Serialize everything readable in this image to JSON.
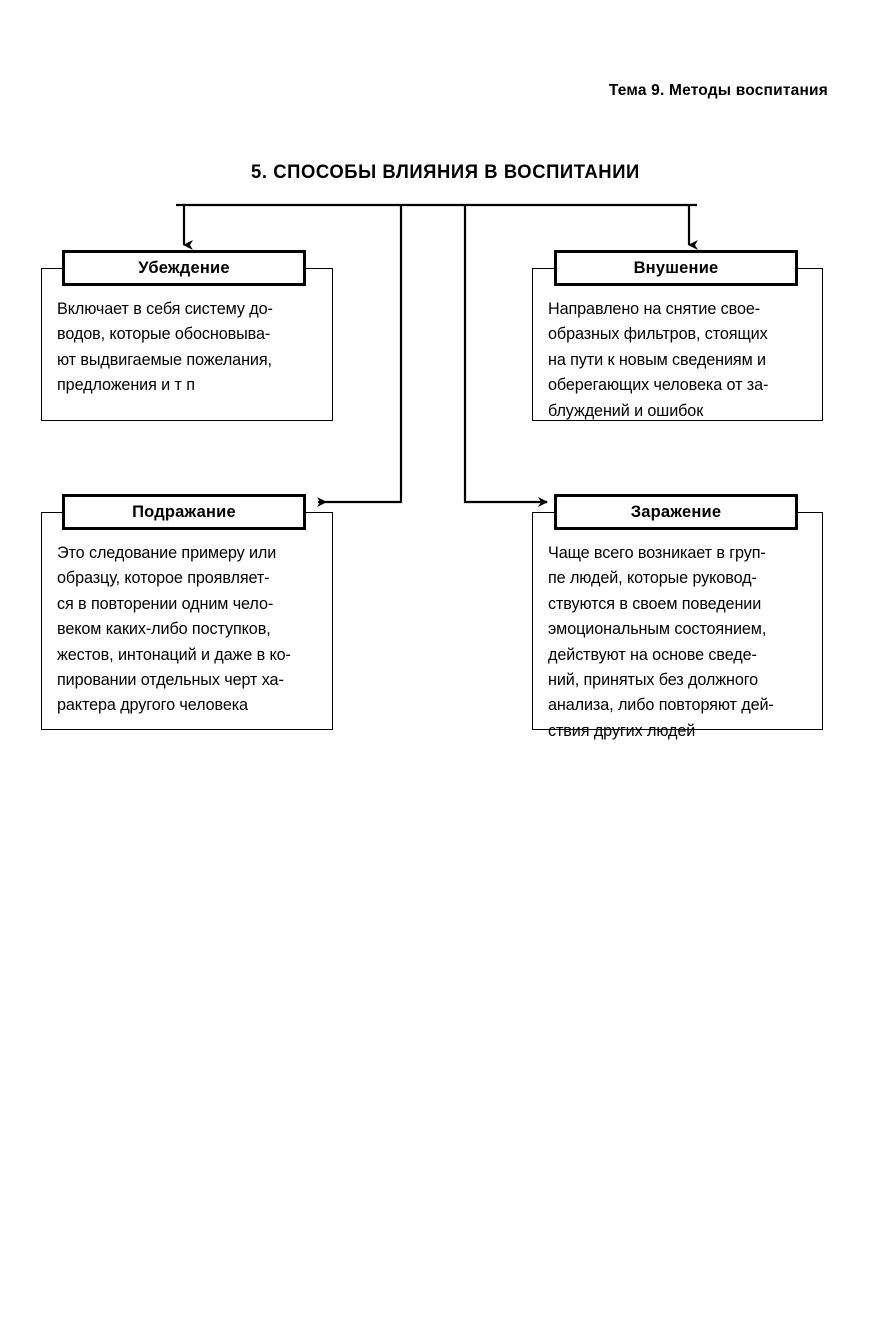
{
  "page": {
    "running_head": "Тема 9. Методы воспитания",
    "heading": "5. СПОСОБЫ ВЛИЯНИЯ В ВОСПИТАНИИ"
  },
  "diagram": {
    "type": "flowchart",
    "root_label": "5. СПОСОБЫ ВЛИЯНИЯ В ВОСПИТАНИИ",
    "nodes": [
      {
        "id": "ubezhdenie",
        "title": "Убеждение",
        "text": "Включает в себя систему до-\nводов, которые обосновыва-\nют выдвигаемые пожелания,\nпредложения и т п"
      },
      {
        "id": "vnushenie",
        "title": "Внушение",
        "text": "Направлено на снятие свое-\nобразных фильтров, стоящих\nна пути к новым сведениям и\nоберегающих человека от за-\nблуждений и ошибок"
      },
      {
        "id": "podrazhanie",
        "title": "Подражание",
        "text": "Это следование примеру или\nобразцу, которое проявляет-\nся в повторении одним чело-\nвеком каких-либо поступков,\nжестов, интонаций и даже в ко-\nпировании отдельных черт ха-\nрактера другого человека"
      },
      {
        "id": "zarazhenie",
        "title": "Заражение",
        "text": "Чаще всего возникает в груп-\nпе людей, которые руковод-\nствуются в своем поведении\nэмоциональным состоянием,\nдействуют на основе сведе-\nний, принятых без должного\nанализа, либо повторяют дей-\nствия других людей"
      }
    ],
    "connectors": [
      {
        "from": "root",
        "to": "ubezhdenie",
        "arrow": "down"
      },
      {
        "from": "root",
        "to": "vnushenie",
        "arrow": "down"
      },
      {
        "from": "root",
        "to": "podrazhanie",
        "arrow": "left"
      },
      {
        "from": "root",
        "to": "zarazhenie",
        "arrow": "right"
      }
    ],
    "line_color": "#000000",
    "background_color": "#ffffff"
  }
}
